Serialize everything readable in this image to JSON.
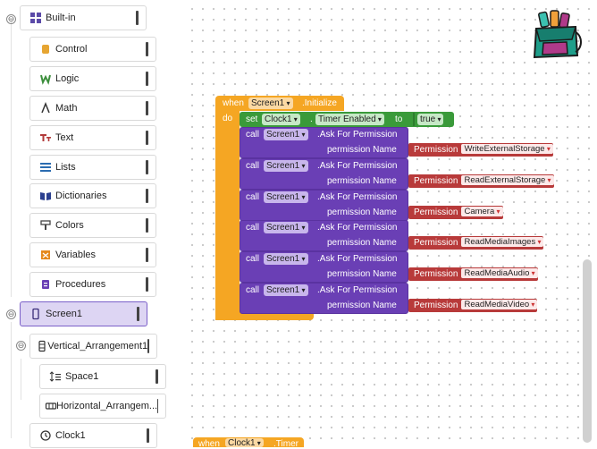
{
  "tree": {
    "items": [
      {
        "label": "Built-in",
        "icon": "built-in-icon"
      },
      {
        "label": "Control",
        "icon": "control-icon"
      },
      {
        "label": "Logic",
        "icon": "logic-icon"
      },
      {
        "label": "Math",
        "icon": "math-icon"
      },
      {
        "label": "Text",
        "icon": "text-icon"
      },
      {
        "label": "Lists",
        "icon": "lists-icon"
      },
      {
        "label": "Dictionaries",
        "icon": "dictionaries-icon"
      },
      {
        "label": "Colors",
        "icon": "colors-icon"
      },
      {
        "label": "Variables",
        "icon": "variables-icon"
      },
      {
        "label": "Procedures",
        "icon": "procedures-icon"
      },
      {
        "label": "Screen1",
        "icon": "screen-icon"
      },
      {
        "label": "Vertical_Arrangement1",
        "icon": "vertical-arrangement-icon"
      },
      {
        "label": "Space1",
        "icon": "space-icon"
      },
      {
        "label": "Horizontal_Arrangem...",
        "icon": "horizontal-arrangement-icon"
      },
      {
        "label": "Clock1",
        "icon": "clock-icon"
      }
    ],
    "toggle_glyph": "⊖"
  },
  "event": {
    "when": "when",
    "component": "Screen1",
    "event_name": ".Initialize",
    "do": "do"
  },
  "setter": {
    "set": "set",
    "component": "Clock1",
    "dot": ".",
    "property": "Timer Enabled",
    "to": "to",
    "value": "true"
  },
  "calls": [
    {
      "call": "call",
      "component": "Screen1",
      "method": ".Ask For Permission",
      "param": "permission Name",
      "permission_label": "Permission",
      "permission": "WriteExternalStorage"
    },
    {
      "call": "call",
      "component": "Screen1",
      "method": ".Ask For Permission",
      "param": "permission Name",
      "permission_label": "Permission",
      "permission": "ReadExternalStorage"
    },
    {
      "call": "call",
      "component": "Screen1",
      "method": ".Ask For Permission",
      "param": "permission Name",
      "permission_label": "Permission",
      "permission": "Camera"
    },
    {
      "call": "call",
      "component": "Screen1",
      "method": ".Ask For Permission",
      "param": "permission Name",
      "permission_label": "Permission",
      "permission": "ReadMediaImages"
    },
    {
      "call": "call",
      "component": "Screen1",
      "method": ".Ask For Permission",
      "param": "permission Name",
      "permission_label": "Permission",
      "permission": "ReadMediaAudio"
    },
    {
      "call": "call",
      "component": "Screen1",
      "method": ".Ask For Permission",
      "param": "permission Name",
      "permission_label": "Permission",
      "permission": "ReadMediaVideo"
    }
  ],
  "timer_event": {
    "when": "when",
    "component": "Clock1",
    "event_name": ".Timer"
  },
  "backpack": {
    "icon": "backpack-icon"
  },
  "colors": {
    "event": "#f5a623",
    "setter": "#3a9a3a",
    "call": "#6a3fb5",
    "permission": "#b83a3a",
    "selected": "#ddd5f3"
  }
}
